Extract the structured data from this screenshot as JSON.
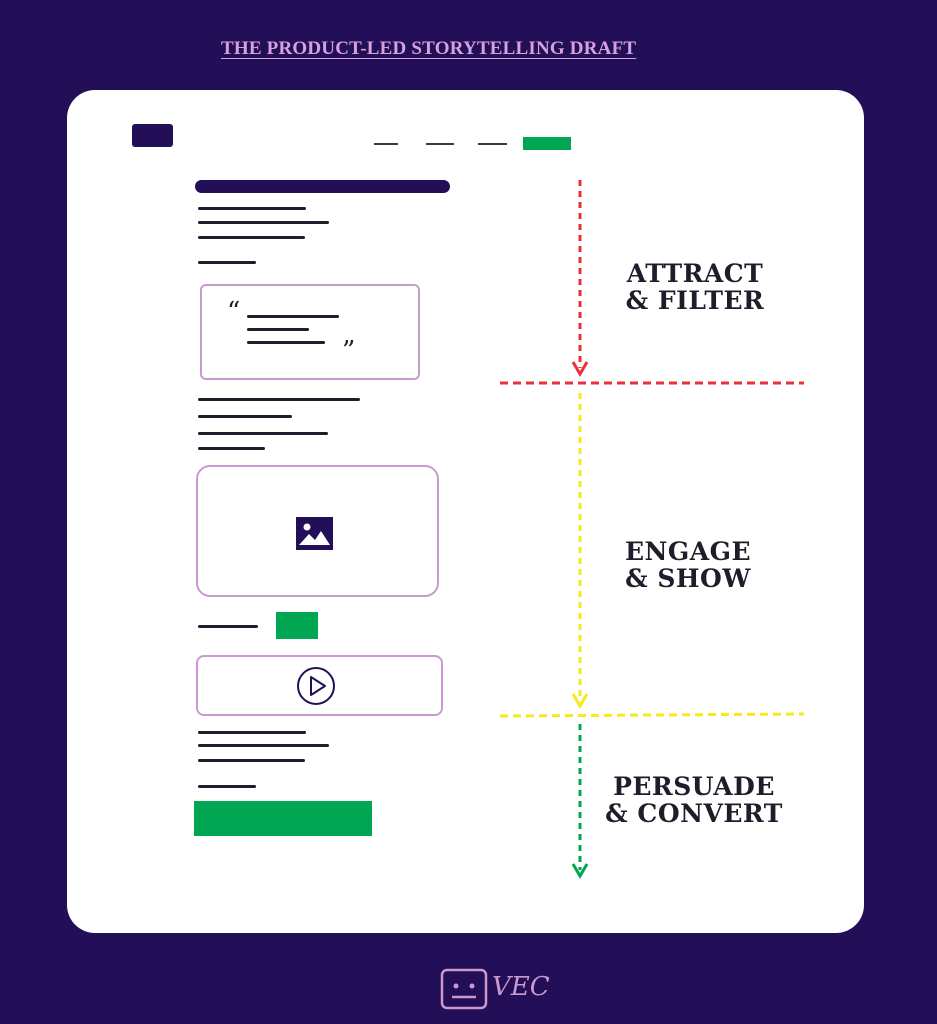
{
  "header": {
    "title": "THE PRODUCT-LED STORYTELLING DRAFT"
  },
  "quote": {
    "open_mark": "“",
    "close_mark": "”"
  },
  "stages": [
    {
      "label": "ATTRACT\n& FILTER",
      "color": "#e8303a"
    },
    {
      "label": "ENGAGE\n& SHOW",
      "color": "#f5ea1c"
    },
    {
      "label": "PERSUADE\n& CONVERT",
      "color": "#00a651"
    }
  ],
  "colors": {
    "background": "#230f57",
    "accent_green": "#00a651",
    "box_border": "#c89ad0",
    "card": "#ffffff"
  },
  "icons": {
    "image": "image-icon",
    "video": "play-icon",
    "logo": "robot-face-icon"
  },
  "footer": {
    "brand": "VEC"
  }
}
